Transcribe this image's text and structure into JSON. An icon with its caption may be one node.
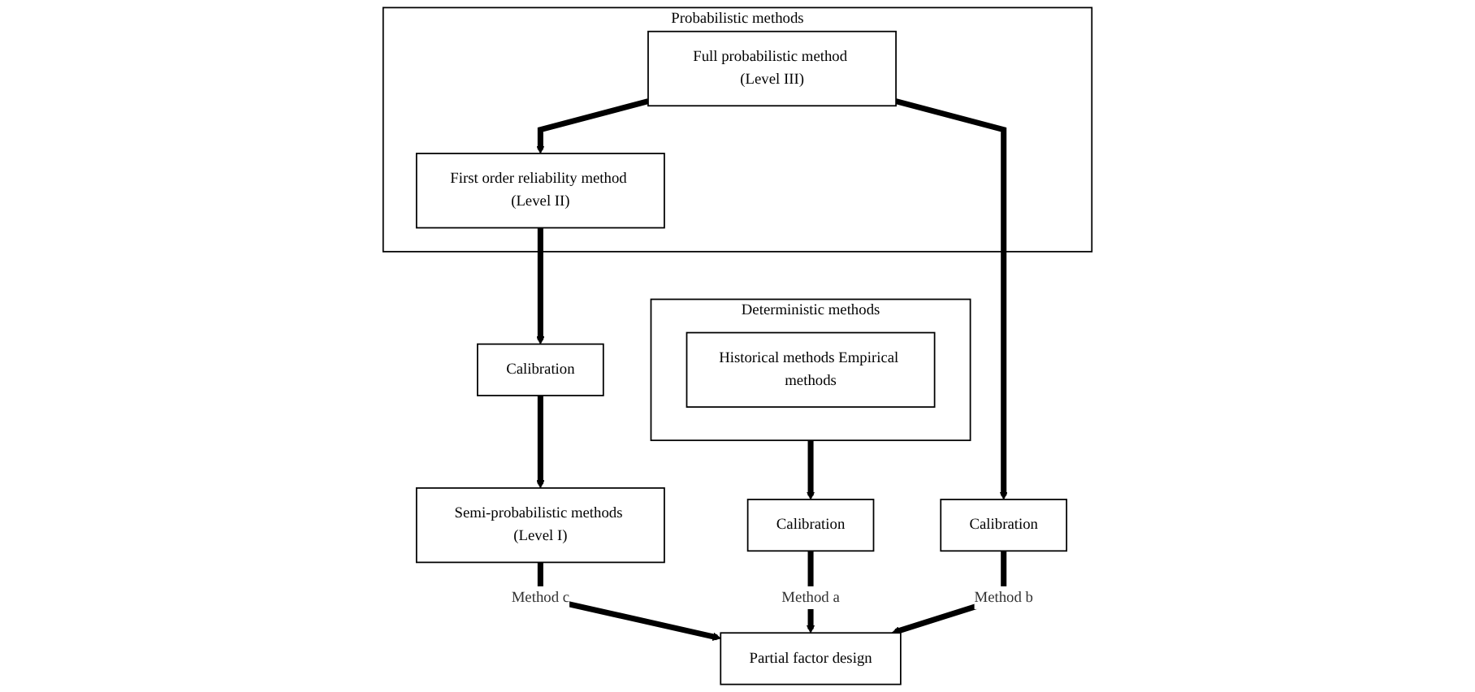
{
  "diagram": {
    "nodes": [
      {
        "text": [
          "Deterministic methods"
        ]
      },
      {
        "text": [
          "Historical methods Empirical methods"
        ],
        "in": 0
      },
      {
        "text": [
          "Probabilistic methods"
        ]
      },
      {
        "text": [
          "First order reliability method (Level II)"
        ],
        "in": 2
      },
      {
        "text": [
          "Full probabilistic method (Level III)"
        ],
        "in": 2
      },
      {
        "text": [
          "Calibration"
        ]
      },
      {
        "text": [
          "Calibration"
        ]
      },
      {
        "text": [
          "Calibration"
        ]
      },
      {
        "text": [
          "Semi-probabilistic methods (Level I)"
        ]
      },
      {
        "text": [
          "Partial factor design"
        ]
      }
    ],
    "edges": [
      {
        "from": 0,
        "to": 5,
        "arrow": "to"
      },
      {
        "from": 4,
        "to": 3,
        "arrow": "to"
      },
      {
        "from": 3,
        "to": 6,
        "arrow": "to"
      },
      {
        "from": 4,
        "to": 7,
        "arrow": "to"
      },
      {
        "from": 6,
        "to": 8,
        "arrow": "to"
      },
      {
        "from": 8,
        "to": 9,
        "label": "Method c",
        "arrow": "to"
      },
      {
        "from": 5,
        "to": 9,
        "label": "Method a",
        "arrow": "to"
      },
      {
        "from": 7,
        "to": 9,
        "label": "Method b",
        "arrow": "to"
      }
    ]
  }
}
